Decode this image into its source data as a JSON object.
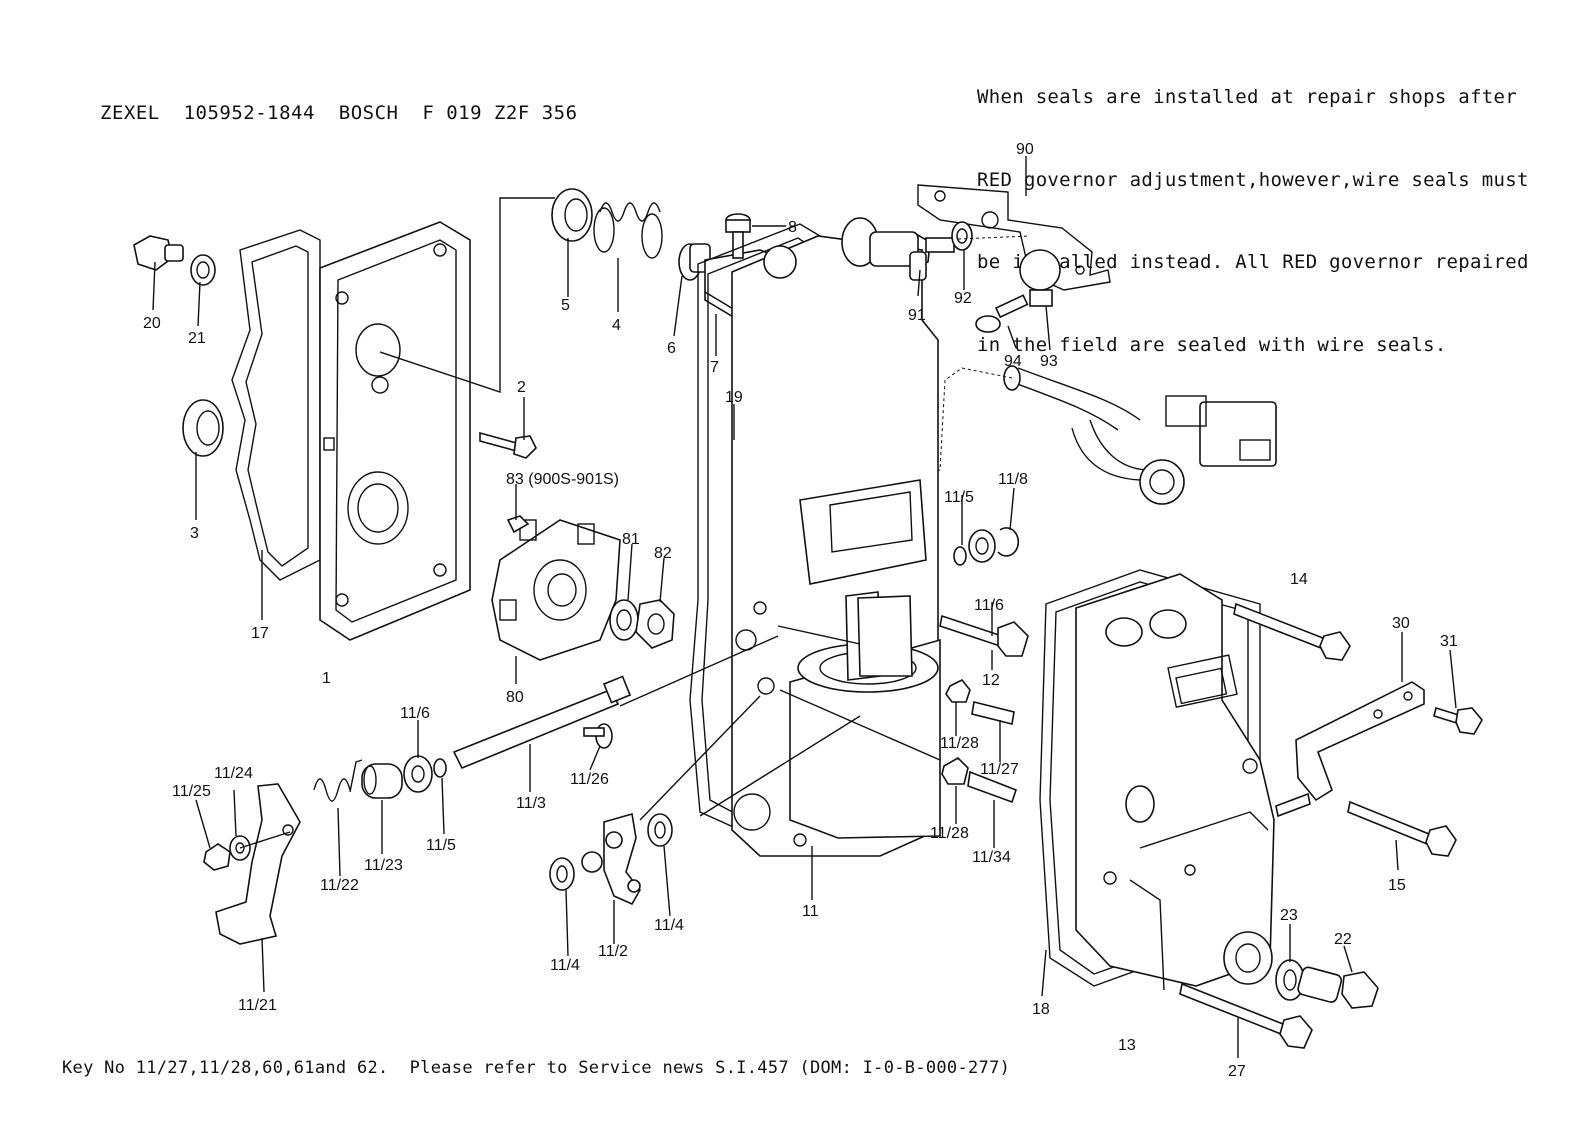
{
  "header": {
    "model_line": "ZEXEL  105952-1844  BOSCH  F 019 Z2F 356"
  },
  "note": {
    "lines": [
      "When seals are installed at repair shops after",
      "RED governor adjustment,however,wire seals must",
      "be installed instead. All RED governor repaired",
      "in the field are sealed with wire seals."
    ]
  },
  "footer": {
    "text": "Key No 11/27,11/28,60,61and 62.  Please refer to Service news S.I.457 (DOM: I-0-B-000-277)"
  },
  "part_labels": {
    "p1": "1",
    "p2": "2",
    "p3": "3",
    "p4": "4",
    "p5": "5",
    "p6": "6",
    "p7": "7",
    "p8": "8",
    "p11": "11",
    "p11_2": "11/2",
    "p11_3": "11/3",
    "p11_4a": "11/4",
    "p11_4b": "11/4",
    "p11_5a": "11/5",
    "p11_5b": "11/5",
    "p11_6a": "11/6",
    "p11_6b": "11/6",
    "p11_8": "11/8",
    "p11_21": "11/21",
    "p11_22": "11/22",
    "p11_23": "11/23",
    "p11_24": "11/24",
    "p11_25": "11/25",
    "p11_26": "11/26",
    "p11_27": "11/27",
    "p11_28a": "11/28",
    "p11_28b": "11/28",
    "p11_34": "11/34",
    "p12": "12",
    "p13": "13",
    "p14": "14",
    "p15": "15",
    "p17": "17",
    "p18": "18",
    "p19": "19",
    "p20": "20",
    "p21": "21",
    "p22": "22",
    "p23": "23",
    "p27": "27",
    "p30": "30",
    "p31": "31",
    "p80": "80",
    "p81": "81",
    "p82": "82",
    "p83": "83 (900S-901S)",
    "p90": "90",
    "p91": "91",
    "p92": "92",
    "p93": "93",
    "p94": "94"
  }
}
